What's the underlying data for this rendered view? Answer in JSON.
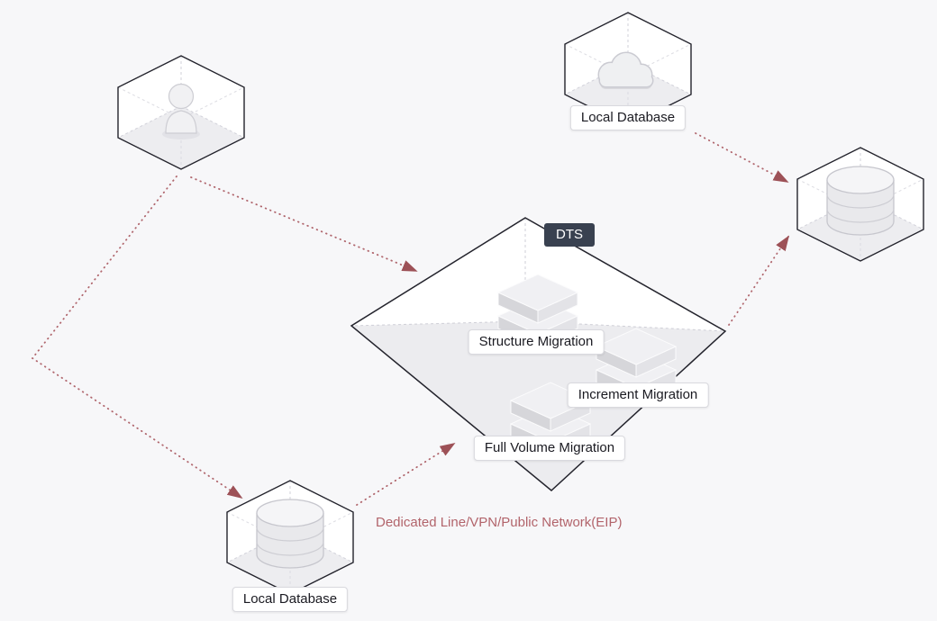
{
  "diagram": {
    "badge": {
      "label": "DTS"
    },
    "caption": {
      "text": "Dedicated Line/VPN/Public Network(EIP)",
      "color": "#b2646b"
    },
    "nodes": {
      "user": {
        "icon": "person-icon"
      },
      "cloud_source": {
        "label": "Local Database",
        "icon": "cloud-icon"
      },
      "local_source": {
        "label": "Local Database",
        "icon": "database-icon"
      },
      "target": {
        "icon": "database-icon"
      }
    },
    "services": [
      {
        "label": "Structure Migration"
      },
      {
        "label": "Increment Migration"
      },
      {
        "label": "Full Volume Migration"
      }
    ],
    "colors": {
      "background": "#f7f7f9",
      "node_stroke": "#23232c",
      "inner_dash": "#d2d2da",
      "floor_fill": "#ededf0",
      "arrow_line": "#b0666d",
      "arrow_head": "#9d5157",
      "badge_bg": "#394150",
      "label_border": "#d9d9de",
      "label_text": "#1a1a21"
    }
  }
}
